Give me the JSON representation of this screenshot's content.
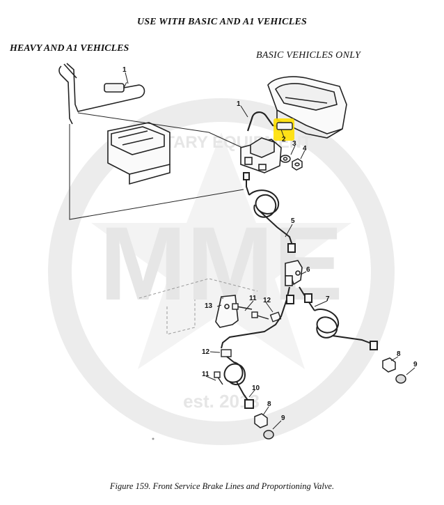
{
  "header": {
    "title": "USE WITH BASIC AND A1 VEHICLES",
    "heavy_label": "HEAVY AND A1 VEHICLES",
    "basic_label": "BASIC VEHICLES ONLY"
  },
  "watermark": {
    "logo_letters": "MME",
    "ring_text_top": "MILITARY EQUIPMENT",
    "ring_text_bottom": "est. 2013"
  },
  "callouts": {
    "c1a": "1",
    "c1b": "1",
    "c2": "2",
    "c3": "3",
    "c4": "4",
    "c5": "5",
    "c6": "6",
    "c7": "7",
    "c8a": "8",
    "c8b": "8",
    "c9a": "9",
    "c9b": "9",
    "c10": "10",
    "c11a": "11",
    "c11b": "11",
    "c12a": "12",
    "c12b": "12",
    "c13": "13"
  },
  "highlight_color": "#ffe000",
  "caption": "Figure 159.  Front Service Brake Lines and Proportioning Valve."
}
